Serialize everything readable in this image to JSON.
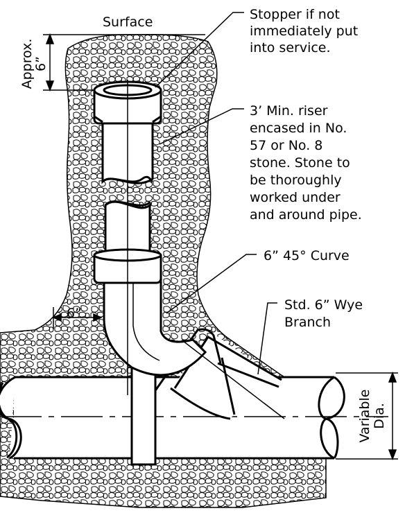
{
  "labels": {
    "surface": "Surface",
    "approx": "Approx.",
    "approx_value": "6”",
    "stopper": [
      "Stopper if not",
      "immediately put",
      "into service."
    ],
    "riser": [
      "3’ Min. riser",
      "encased in No.",
      "57 or No. 8",
      "stone. Stone to",
      "be thoroughly",
      "worked under",
      "and around pipe."
    ],
    "curve": "6” 45° Curve",
    "wye": [
      "Std. 6” Wye",
      "Branch"
    ],
    "offset": "6”",
    "variable": "Variable",
    "dia": "Dia."
  },
  "colors": {
    "line": "#000000",
    "pipe_fill": "#ffffff",
    "stone_fill": "#ffffff"
  }
}
